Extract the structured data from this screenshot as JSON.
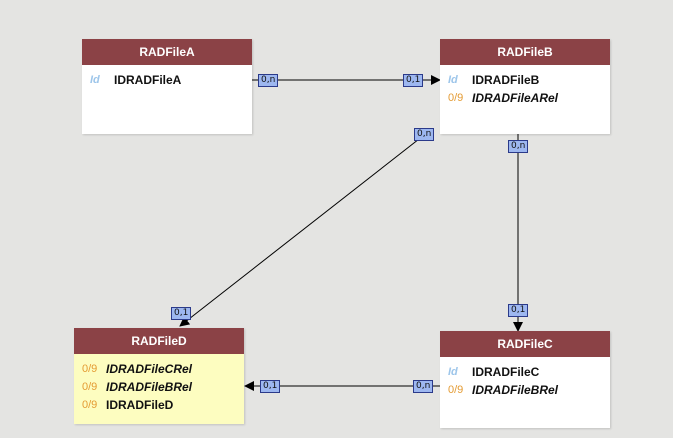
{
  "entities": {
    "a": {
      "title": "RADFileA",
      "fields": [
        {
          "icon": "Id",
          "icon_type": "id-key-icon",
          "name": "IDRADFileA",
          "italic": false
        }
      ]
    },
    "b": {
      "title": "RADFileB",
      "fields": [
        {
          "icon": "Id",
          "icon_type": "id-key-icon",
          "name": "IDRADFileB",
          "italic": false
        },
        {
          "icon": "0/9",
          "icon_type": "numeric-field-icon",
          "name": "IDRADFileARel",
          "italic": true
        }
      ]
    },
    "c": {
      "title": "RADFileC",
      "fields": [
        {
          "icon": "Id",
          "icon_type": "id-key-icon",
          "name": "IDRADFileC",
          "italic": false
        },
        {
          "icon": "0/9",
          "icon_type": "numeric-field-icon",
          "name": "IDRADFileBRel",
          "italic": true
        }
      ]
    },
    "d": {
      "title": "RADFileD",
      "fields": [
        {
          "icon": "0/9",
          "icon_type": "numeric-field-icon",
          "name": "IDRADFileCRel",
          "italic": true
        },
        {
          "icon": "0/9",
          "icon_type": "numeric-field-icon",
          "name": "IDRADFileBRel",
          "italic": true
        },
        {
          "icon": "0/9",
          "icon_type": "numeric-field-icon",
          "name": "IDRADFileD",
          "italic": false
        }
      ]
    }
  },
  "relations": {
    "a_b": {
      "from": "RADFileA",
      "to": "RADFileB",
      "from_card": "0,n",
      "to_card": "0,1"
    },
    "b_d": {
      "from": "RADFileB",
      "to": "RADFileD",
      "from_card": "0,n",
      "to_card": "0,1"
    },
    "b_c": {
      "from": "RADFileB",
      "to": "RADFileC",
      "from_card": "0,n",
      "to_card": "0,1"
    },
    "c_d": {
      "from": "RADFileC",
      "to": "RADFileD",
      "from_card": "0,n",
      "to_card": "0,1"
    }
  },
  "colors": {
    "header": "#8b4246",
    "canvas": "#e4e4e2",
    "highlight_body": "#fdfdc0",
    "id_icon": "#9ec6ea",
    "num_icon": "#e49b33",
    "cardinality_tag": "#9db7f0"
  }
}
